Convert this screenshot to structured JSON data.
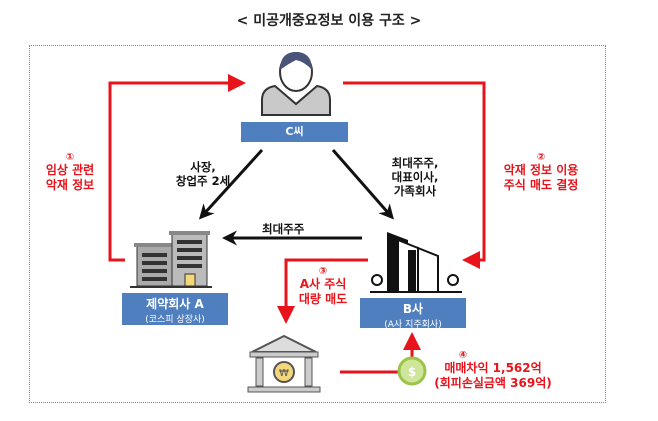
{
  "title": "< 미공개중요정보 이용 구조 >",
  "nodes": {
    "person": {
      "label": "C씨"
    },
    "company_a": {
      "name": "제약회사 A",
      "sub": "(코스피 상장사)"
    },
    "company_b": {
      "name": "B사",
      "sub": "(A사 지주회사)"
    }
  },
  "edges": {
    "c_to_a": [
      "사장,",
      "창업주 2세"
    ],
    "c_to_b": [
      "최대주주,",
      "대표이사,",
      "가족회사"
    ],
    "b_to_a": "최대주주"
  },
  "steps": {
    "s1": {
      "num": "①",
      "lines": [
        "임상 관련",
        "악재 정보"
      ]
    },
    "s2": {
      "num": "②",
      "lines": [
        "악재 정보 이용",
        "주식 매도 결정"
      ]
    },
    "s3": {
      "num": "③",
      "lines": [
        "A사 주식",
        "대량 매도"
      ]
    },
    "s4": {
      "num": "④",
      "lines": [
        "매매차익 1,562억",
        "(회피손실금액 369억)"
      ]
    }
  },
  "colors": {
    "red": "#e8141b",
    "blue": "#4f7fbf"
  }
}
